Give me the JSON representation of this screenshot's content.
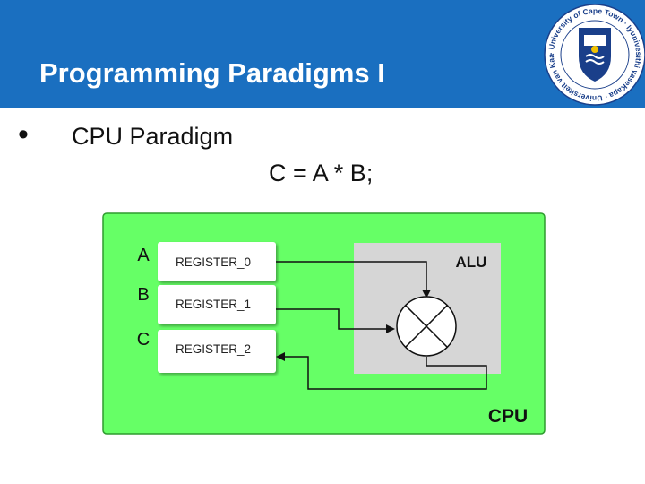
{
  "slide": {
    "title": "Programming Paradigms I",
    "bullet": "CPU Paradigm",
    "equation": "C = A * B;"
  },
  "logo": {
    "ring_text": "· University of Cape Town · Iyunivesithi yaseKapa · Universiteit van Kaapstad"
  },
  "diagram": {
    "cpu_label": "CPU",
    "alu_label": "ALU",
    "registers": [
      {
        "var": "A",
        "name": "REGISTER_0"
      },
      {
        "var": "B",
        "name": "REGISTER_1"
      },
      {
        "var": "C",
        "name": "REGISTER_2"
      }
    ]
  },
  "colors": {
    "header": "#1a6fc0",
    "cpu_fill": "#66ff66",
    "cpu_border": "#2e9c2e",
    "alu_fill": "#d6d6d6",
    "register_fill": "#ffffff"
  }
}
